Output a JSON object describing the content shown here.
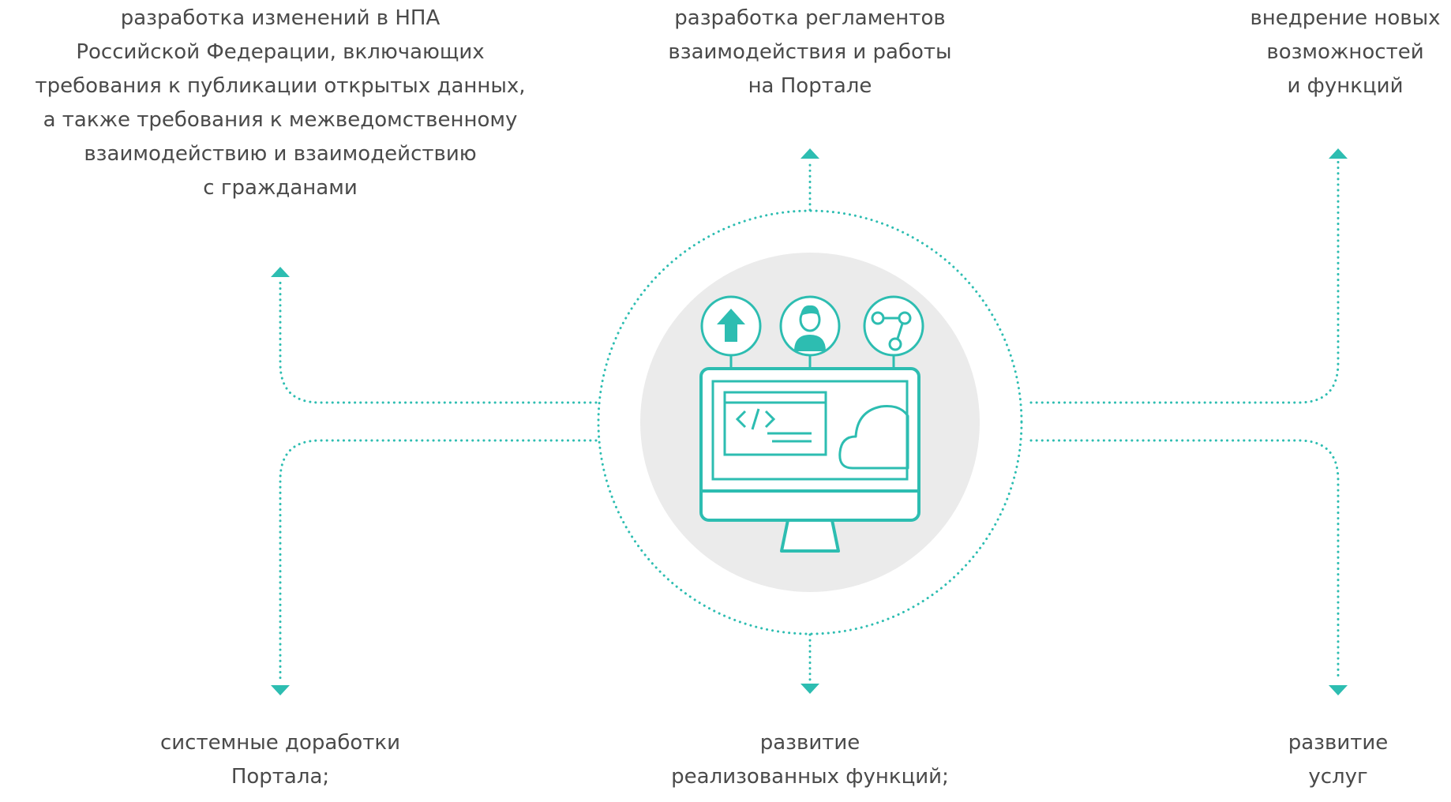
{
  "colors": {
    "accent": "#2dbdb1",
    "text": "#4a4a4a",
    "hub_background": "#ebebeb"
  },
  "icons": {
    "upload": "upload-arrow-icon",
    "user": "user-icon",
    "share": "share-nodes-icon",
    "monitor": "monitor-icon",
    "code": "code-icon",
    "cloud": "cloud-icon"
  },
  "labels": {
    "top_left": [
      "разработка изменений в НПА",
      "Российской Федерации, включающих",
      "требования к публикации открытых данных,",
      "а также требования к межведомственному",
      "взаимодействию и взаимодействию",
      "с гражданами"
    ],
    "top_center": [
      "разработка регламентов",
      "взаимодействия и работы",
      "на Портале"
    ],
    "top_right": [
      "внедрение новых",
      "возможностей",
      "и функций"
    ],
    "bottom_left": [
      "системные доработки",
      "Портала;"
    ],
    "bottom_center": [
      "развитие",
      "реализованных функций;"
    ],
    "bottom_right": [
      "развитие",
      "услуг"
    ]
  }
}
